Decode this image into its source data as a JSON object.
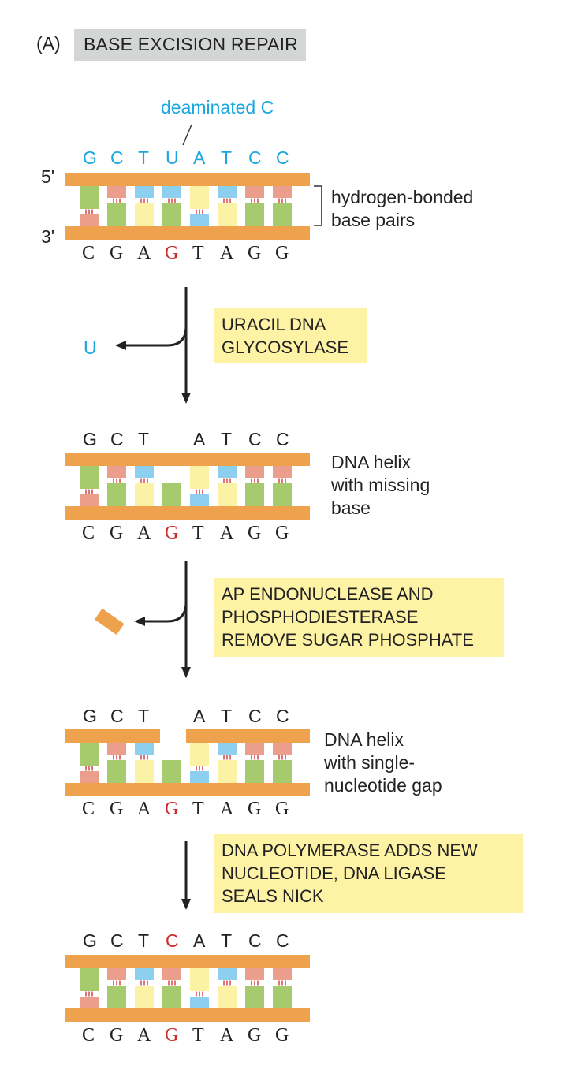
{
  "panel_label": "(A)",
  "title": "BASE EXCISION REPAIR",
  "colors": {
    "backbone": "#eea24d",
    "green": "#a6cb6f",
    "pink": "#ec9e8c",
    "yellow": "#fbf2a6",
    "blue": "#8dcfee",
    "hbond": "#cc2a2a",
    "cyan_text": "#1aa7dd",
    "red_text": "#cc2a2a",
    "enzyme_box": "#fef3a5",
    "title_box": "#d3d6d5"
  },
  "stage1": {
    "annotation": "deaminated C",
    "end_5": "5'",
    "end_3": "3'",
    "top_letters": [
      "G",
      "C",
      "T",
      "U",
      "A",
      "T",
      "C",
      "C"
    ],
    "bottom_letters": [
      "C",
      "G",
      "A",
      "G",
      "T",
      "A",
      "G",
      "G"
    ],
    "side_label": [
      "hydrogen-bonded",
      "base pairs"
    ]
  },
  "step1": {
    "enzyme_lines": [
      "URACIL DNA",
      "GLYCOSYLASE"
    ],
    "product": "U"
  },
  "stage2": {
    "top_letters": [
      "G",
      "C",
      "T",
      "",
      "A",
      "T",
      "C",
      "C"
    ],
    "bottom_letters": [
      "C",
      "G",
      "A",
      "G",
      "T",
      "A",
      "G",
      "G"
    ],
    "side_label": [
      "DNA helix",
      "with missing",
      "base"
    ]
  },
  "step2": {
    "enzyme_lines": [
      "AP ENDONUCLEASE AND",
      "PHOSPHODIESTERASE",
      "REMOVE SUGAR PHOSPHATE"
    ]
  },
  "stage3": {
    "top_letters": [
      "G",
      "C",
      "T",
      "",
      "A",
      "T",
      "C",
      "C"
    ],
    "bottom_letters": [
      "C",
      "G",
      "A",
      "G",
      "T",
      "A",
      "G",
      "G"
    ],
    "side_label": [
      "DNA helix",
      "with single-",
      "nucleotide gap"
    ]
  },
  "step3": {
    "enzyme_lines": [
      "DNA POLYMERASE ADDS NEW",
      "NUCLEOTIDE, DNA LIGASE",
      "SEALS NICK"
    ]
  },
  "stage4": {
    "top_letters": [
      "G",
      "C",
      "T",
      "C",
      "A",
      "T",
      "C",
      "C"
    ],
    "bottom_letters": [
      "C",
      "G",
      "A",
      "G",
      "T",
      "A",
      "G",
      "G"
    ]
  }
}
